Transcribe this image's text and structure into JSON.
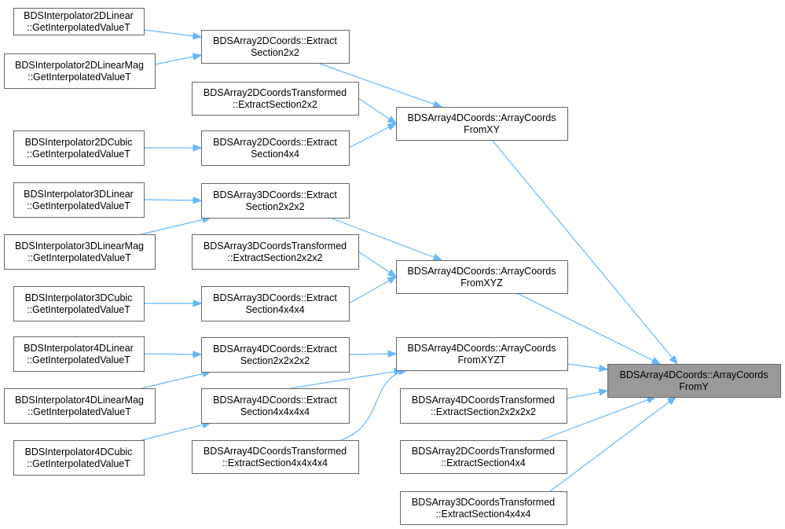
{
  "nodes": [
    {
      "id": "n_i2dl",
      "lines": [
        "BDSInterpolator2DLinear",
        "::GetInterpolatedValueT"
      ]
    },
    {
      "id": "n_i2dlm",
      "lines": [
        "BDSInterpolator2DLinearMag",
        "::GetInterpolatedValueT"
      ]
    },
    {
      "id": "n_i2dc",
      "lines": [
        "BDSInterpolator2DCubic",
        "::GetInterpolatedValueT"
      ]
    },
    {
      "id": "n_i3dl",
      "lines": [
        "BDSInterpolator3DLinear",
        "::GetInterpolatedValueT"
      ]
    },
    {
      "id": "n_i3dlm",
      "lines": [
        "BDSInterpolator3DLinearMag",
        "::GetInterpolatedValueT"
      ]
    },
    {
      "id": "n_i3dc",
      "lines": [
        "BDSInterpolator3DCubic",
        "::GetInterpolatedValueT"
      ]
    },
    {
      "id": "n_i4dl",
      "lines": [
        "BDSInterpolator4DLinear",
        "::GetInterpolatedValueT"
      ]
    },
    {
      "id": "n_i4dlm",
      "lines": [
        "BDSInterpolator4DLinearMag",
        "::GetInterpolatedValueT"
      ]
    },
    {
      "id": "n_i4dc",
      "lines": [
        "BDSInterpolator4DCubic",
        "::GetInterpolatedValueT"
      ]
    },
    {
      "id": "n_a2es2",
      "lines": [
        "BDSArray2DCoords::Extract",
        "Section2x2"
      ]
    },
    {
      "id": "n_a2tes2",
      "lines": [
        "BDSArray2DCoordsTransformed",
        "::ExtractSection2x2"
      ]
    },
    {
      "id": "n_a2es4",
      "lines": [
        "BDSArray2DCoords::Extract",
        "Section4x4"
      ]
    },
    {
      "id": "n_a3es2",
      "lines": [
        "BDSArray3DCoords::Extract",
        "Section2x2x2"
      ]
    },
    {
      "id": "n_a3tes2",
      "lines": [
        "BDSArray3DCoordsTransformed",
        "::ExtractSection2x2x2"
      ]
    },
    {
      "id": "n_a3es4",
      "lines": [
        "BDSArray3DCoords::Extract",
        "Section4x4x4"
      ]
    },
    {
      "id": "n_a4es2",
      "lines": [
        "BDSArray4DCoords::Extract",
        "Section2x2x2x2"
      ]
    },
    {
      "id": "n_a4es4",
      "lines": [
        "BDSArray4DCoords::Extract",
        "Section4x4x4x4"
      ]
    },
    {
      "id": "n_a4tes4",
      "lines": [
        "BDSArray4DCoordsTransformed",
        "::ExtractSection4x4x4x4"
      ]
    },
    {
      "id": "n_acxy",
      "lines": [
        "BDSArray4DCoords::ArrayCoords",
        "FromXY"
      ]
    },
    {
      "id": "n_acxyz",
      "lines": [
        "BDSArray4DCoords::ArrayCoords",
        "FromXYZ"
      ]
    },
    {
      "id": "n_acxyzt",
      "lines": [
        "BDSArray4DCoords::ArrayCoords",
        "FromXYZT"
      ]
    },
    {
      "id": "n_a4tes2",
      "lines": [
        "BDSArray4DCoordsTransformed",
        "::ExtractSection2x2x2x2"
      ]
    },
    {
      "id": "n_a2tes4",
      "lines": [
        "BDSArray2DCoordsTransformed",
        "::ExtractSection4x4"
      ]
    },
    {
      "id": "n_a3tes4",
      "lines": [
        "BDSArray3DCoordsTransformed",
        "::ExtractSection4x4x4"
      ]
    },
    {
      "id": "n_focus",
      "lines": [
        "BDSArray4DCoords::ArrayCoords",
        "FromY"
      ],
      "focus": true
    }
  ],
  "edges": [
    [
      "n_i2dl",
      "n_a2es2"
    ],
    [
      "n_i2dlm",
      "n_a2es2"
    ],
    [
      "n_i2dc",
      "n_a2es4"
    ],
    [
      "n_i3dl",
      "n_a3es2"
    ],
    [
      "n_i3dlm",
      "n_a3es2"
    ],
    [
      "n_i3dc",
      "n_a3es4"
    ],
    [
      "n_i4dl",
      "n_a4es2"
    ],
    [
      "n_i4dlm",
      "n_a4es2"
    ],
    [
      "n_i4dc",
      "n_a4es4"
    ],
    [
      "n_a2es2",
      "n_acxy"
    ],
    [
      "n_a2tes2",
      "n_acxy"
    ],
    [
      "n_a2es4",
      "n_acxy"
    ],
    [
      "n_a3es2",
      "n_acxyz"
    ],
    [
      "n_a3tes2",
      "n_acxyz"
    ],
    [
      "n_a3es4",
      "n_acxyz"
    ],
    [
      "n_a4es2",
      "n_acxyzt"
    ],
    [
      "n_a4es4",
      "n_acxyzt"
    ],
    [
      "n_a4tes4",
      "n_acxyzt"
    ],
    [
      "n_acxy",
      "n_focus"
    ],
    [
      "n_acxyz",
      "n_focus"
    ],
    [
      "n_acxyzt",
      "n_focus"
    ],
    [
      "n_a4tes2",
      "n_focus"
    ],
    [
      "n_a2tes4",
      "n_focus"
    ],
    [
      "n_a3tes4",
      "n_focus"
    ]
  ],
  "colors": {
    "edge": "#63b8ff",
    "node_border": "#666666",
    "focus_fill": "#999999",
    "node_fill": "#ffffff"
  }
}
